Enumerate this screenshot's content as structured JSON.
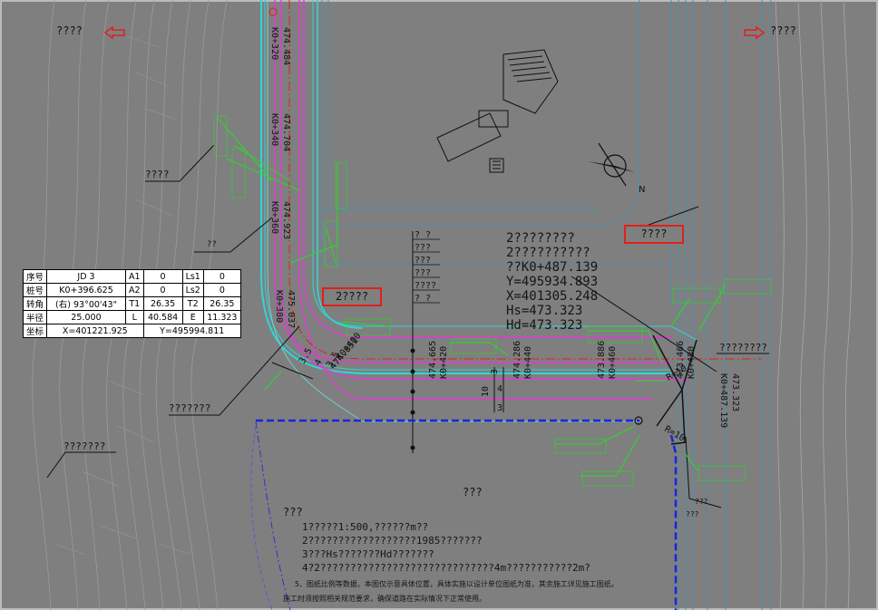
{
  "top_labels": {
    "left_direction": "????",
    "right_direction": "????"
  },
  "callouts": {
    "left_1": "????",
    "left_2": "??",
    "left_3": "???????",
    "left_4": "???????",
    "right_1": "????????",
    "right_2": "???",
    "right_3": "???",
    "center": "???",
    "bottom_left": "???"
  },
  "red_boxes": {
    "left": "2????",
    "right": "????"
  },
  "curve_table": {
    "rows": [
      [
        "序号",
        "JD 3",
        "A1",
        "0",
        "Ls1",
        "0"
      ],
      [
        "桩号",
        "K0+396.625",
        "A2",
        "0",
        "Ls2",
        "0"
      ],
      [
        "转角",
        "(右) 93°00'43\"",
        "T1",
        "26.35",
        "T2",
        "26.35"
      ],
      [
        "半径",
        "25.000",
        "L",
        "40.584",
        "E",
        "11.323"
      ]
    ],
    "coord_row": [
      "坐标",
      "X=401221.925",
      "Y=495994.811"
    ]
  },
  "point_info": [
    "2????????",
    "2??????????",
    "??K0+487.139",
    "Y=495934.893",
    "X=401305.248",
    "Hs=473.323",
    "Hd=473.323"
  ],
  "stakes": {
    "k320": "K0+320",
    "e320": "474.484",
    "k340": "K0+340",
    "e340": "474.704",
    "k360": "K0+360",
    "e360": "474.923",
    "k380": "K0+380",
    "e380": "475.037",
    "k400": "K0+400",
    "e400": "474.851",
    "k420": "K0+420",
    "e420": "474.665",
    "k440": "K0+440",
    "e440": "474.286",
    "k460": "K0+460",
    "e460": "473.886",
    "k480": "K0+480",
    "e480": "473.466",
    "k487": "K0+487.139",
    "e487": "473.323"
  },
  "radius_labels": {
    "r1": "R=10",
    "r2": "R=10"
  },
  "section_labels": {
    "s1": "3",
    "s2": "4",
    "s3": "3",
    "s4": "10",
    "s5": "3.5",
    "s6": "4",
    "s7": "3.5"
  },
  "legend_stack": [
    "? ?",
    "???",
    "???",
    "???",
    "????",
    "? ?"
  ],
  "notes": [
    "1?????1:500,??????m??",
    "2??????????????????1985???????",
    "3???Hs???????Hd???????",
    "4?2?????????????????????????????4m???????????2m?",
    "5、图纸比例等数据，本图仅示意具体位置，具体实施以设计单位图纸为准，其余施工详见施工图纸。",
    "施工时须按照相关规范要求，确保道路在实际情况下正常使用。"
  ],
  "colors": {
    "background": "#7f7f7f",
    "green": "#22e022",
    "cyan": "#2fd6d6",
    "magenta": "#e23ad6",
    "red": "#e0201a",
    "blue": "#1a23e0"
  }
}
